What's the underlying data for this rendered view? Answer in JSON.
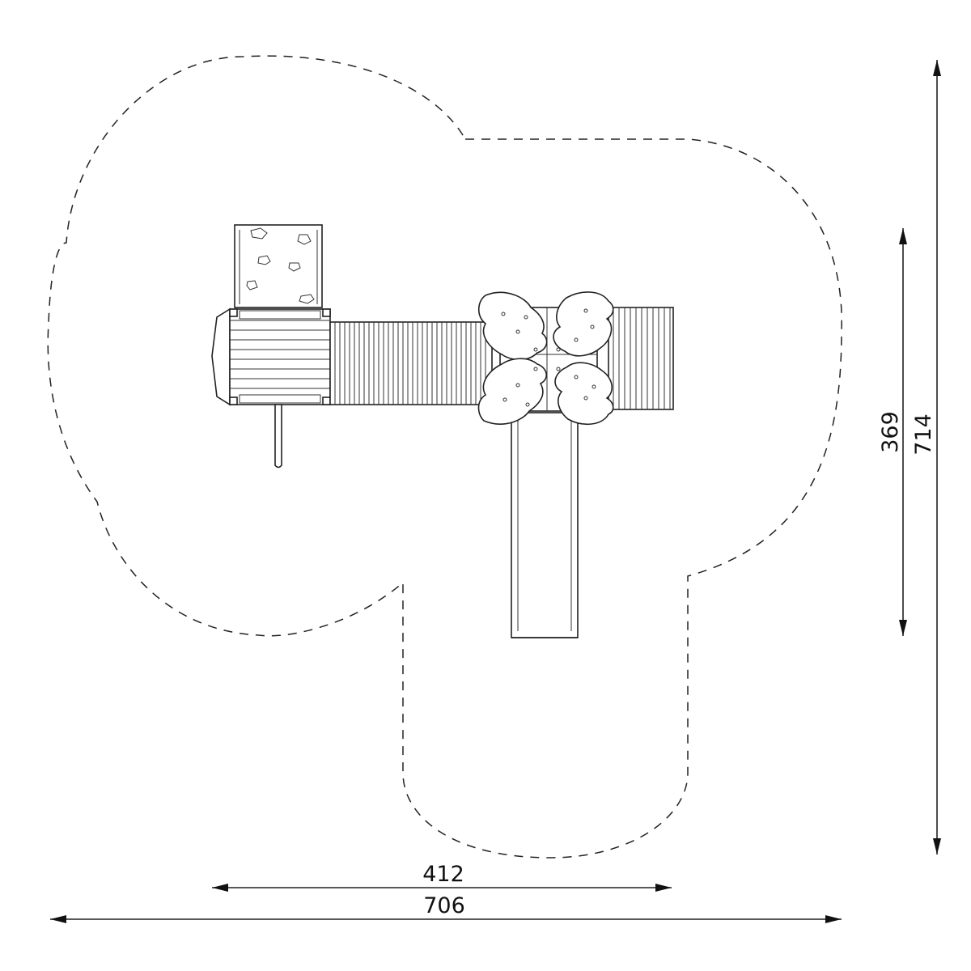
{
  "dimensions": {
    "width_inner": "412",
    "width_outer": "706",
    "height_inner": "369",
    "height_outer": "714"
  },
  "colors": {
    "line": "#222222",
    "background": "#ffffff"
  }
}
